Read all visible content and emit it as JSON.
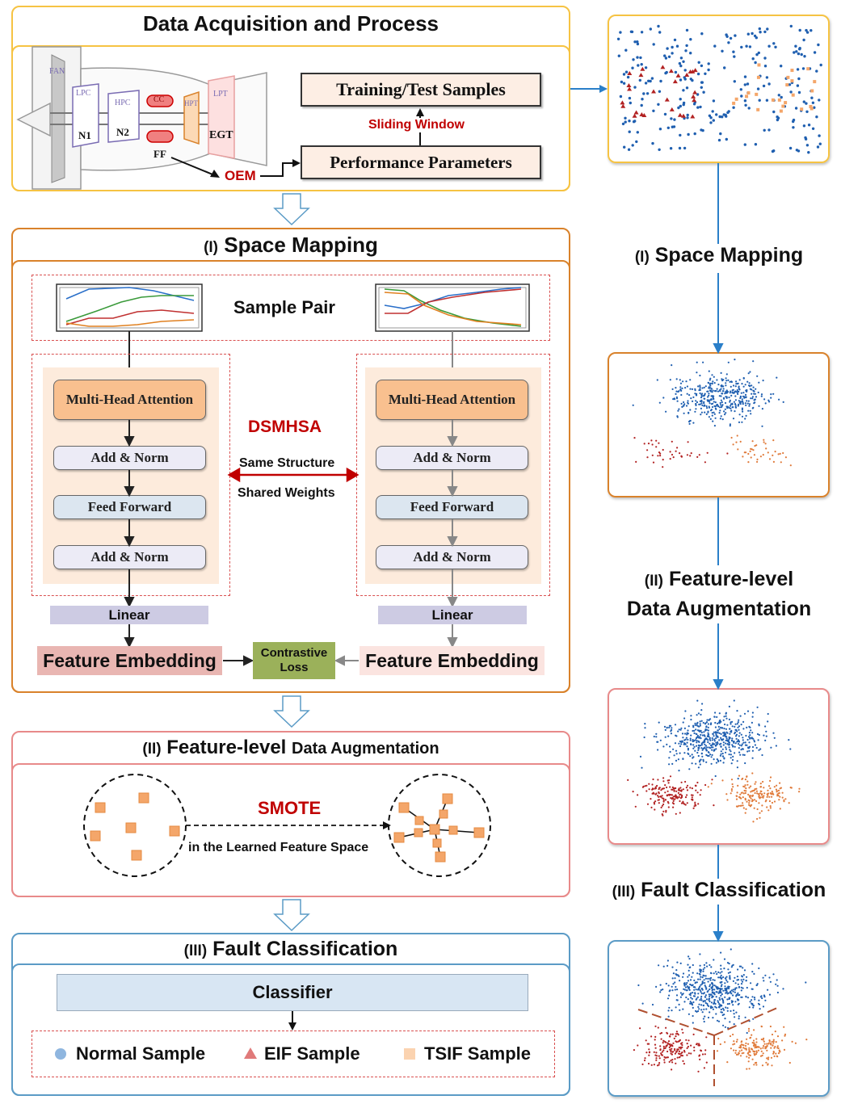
{
  "colors": {
    "yellow": "#f6c343",
    "orange": "#d9822b",
    "pink": "#e88a8a",
    "blue": "#5b9bc6",
    "dark_red": "#c00000",
    "normal_blue": "#1f5fb0",
    "eif_red": "#b22222",
    "tsif_orange": "#f4a66a"
  },
  "stage0": {
    "title": "Data Acquisition and Process",
    "engine": {
      "fan": "FAN",
      "lpc": "LPC",
      "hpc": "HPC",
      "cc": "CC",
      "hpt": "HPT",
      "lpt": "LPT",
      "n1": "N1",
      "n2": "N2",
      "egt": "EGT",
      "ff": "FF",
      "oem": "OEM"
    },
    "training_box": "Training/Test Samples",
    "sliding_window": "Sliding Window",
    "perf_box": "Performance Parameters"
  },
  "stage1": {
    "title_prefix": "(I)",
    "title": "Space Mapping",
    "sample_pair": "Sample Pair",
    "dsmhsa": "DSMHSA",
    "same_structure": "Same Structure",
    "shared_weights": "Shared Weights",
    "mha": "Multi-Head Attention",
    "add_norm": "Add & Norm",
    "feed_forward": "Feed Forward",
    "linear": "Linear",
    "feature_embedding": "Feature Embedding",
    "contrastive_loss": "Contrastive Loss"
  },
  "stage2": {
    "title_prefix": "(II)",
    "title_bold": "Feature-level",
    "title_rest": "Data Augmentation",
    "smote": "SMOTE",
    "smote_sub": "in the Learned Feature Space"
  },
  "stage3": {
    "title_prefix": "(III)",
    "title": "Fault Classification",
    "classifier": "Classifier",
    "legend": [
      {
        "label": "Normal Sample",
        "shape": "circle"
      },
      {
        "label": "EIF Sample",
        "shape": "triangle"
      },
      {
        "label": "TSIF Sample",
        "shape": "square"
      }
    ]
  },
  "right": {
    "label1_prefix": "(I)",
    "label1": "Space Mapping",
    "label2_prefix": "(II)",
    "label2_a": "Feature-level",
    "label2_b": "Data Augmentation",
    "label3_prefix": "(III)",
    "label3": "Fault Classification"
  }
}
